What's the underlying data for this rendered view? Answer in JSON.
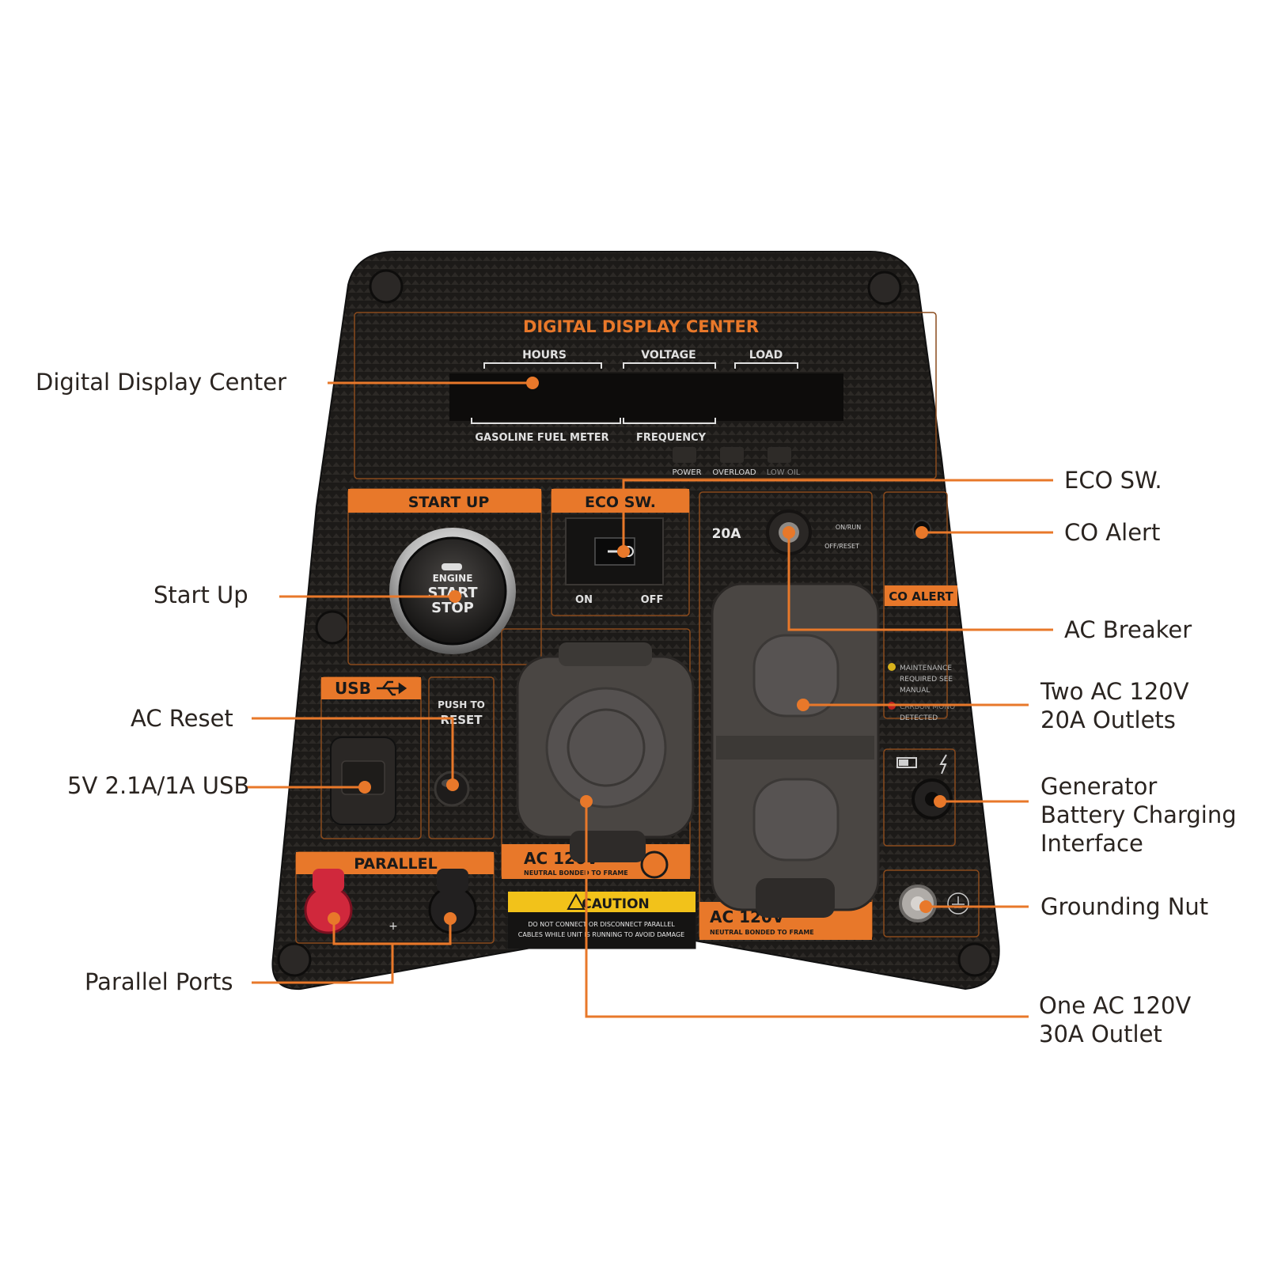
{
  "panel": {
    "display_title": "DIGITAL DISPLAY CENTER",
    "display_labels_top": [
      "HOURS",
      "VOLTAGE",
      "LOAD"
    ],
    "display_labels_bottom": [
      "GASOLINE FUEL METER",
      "FREQUENCY"
    ],
    "indicators": [
      "POWER",
      "OVERLOAD",
      "LOW OIL"
    ],
    "start_up": {
      "header": "START UP",
      "button_lines": [
        "ENGINE",
        "START",
        "STOP"
      ]
    },
    "eco_switch": {
      "header": "ECO SW.",
      "on": "ON",
      "off": "OFF"
    },
    "breaker": {
      "rating": "20A",
      "on_label": "ON/RUN",
      "off_label": "OFF/RESET"
    },
    "co_alert": {
      "header": "CO ALERT",
      "notes": [
        "MAINTENANCE",
        "REQUIRED SEE",
        "MANUAL",
        "CARBON MONO",
        "DETECTED"
      ]
    },
    "usb": {
      "header": "USB"
    },
    "reset": {
      "lines": [
        "PUSH TO",
        "RESET"
      ]
    },
    "parallel": {
      "header": "PARALLEL"
    },
    "outlet_30a": {
      "label": "AC 120V",
      "sub": "NEUTRAL BONDED TO FRAME"
    },
    "outlet_20a": {
      "label": "AC 120V",
      "sub": "NEUTRAL BONDED TO FRAME"
    },
    "caution": {
      "title": "CAUTION",
      "lines": [
        "DO NOT CONNECT OR DISCONNECT PARALLEL",
        "CABLES WHILE UNIT IS RUNNING TO AVOID DAMAGE"
      ]
    }
  },
  "callouts": {
    "digital_display": "Digital Display Center",
    "start_up": "Start Up",
    "ac_reset": "AC Reset",
    "usb": "5V 2.1A/1A USB",
    "parallel_ports": "Parallel Ports",
    "eco_sw": "ECO SW.",
    "co_alert": "CO Alert",
    "ac_breaker": "AC Breaker",
    "two_outlets": [
      "Two AC 120V",
      "20A Outlets"
    ],
    "battery_charging": [
      "Generator",
      "Battery Charging",
      "Interface"
    ],
    "grounding_nut": "Grounding Nut",
    "one_outlet": [
      "One AC 120V",
      "30A Outlet"
    ]
  },
  "colors": {
    "accent": "#e8782a",
    "panel": "#1f1c1a",
    "outlet": "#4a4643",
    "parallel_red": "#d0283c",
    "caution_yellow": "#f2c21a"
  }
}
